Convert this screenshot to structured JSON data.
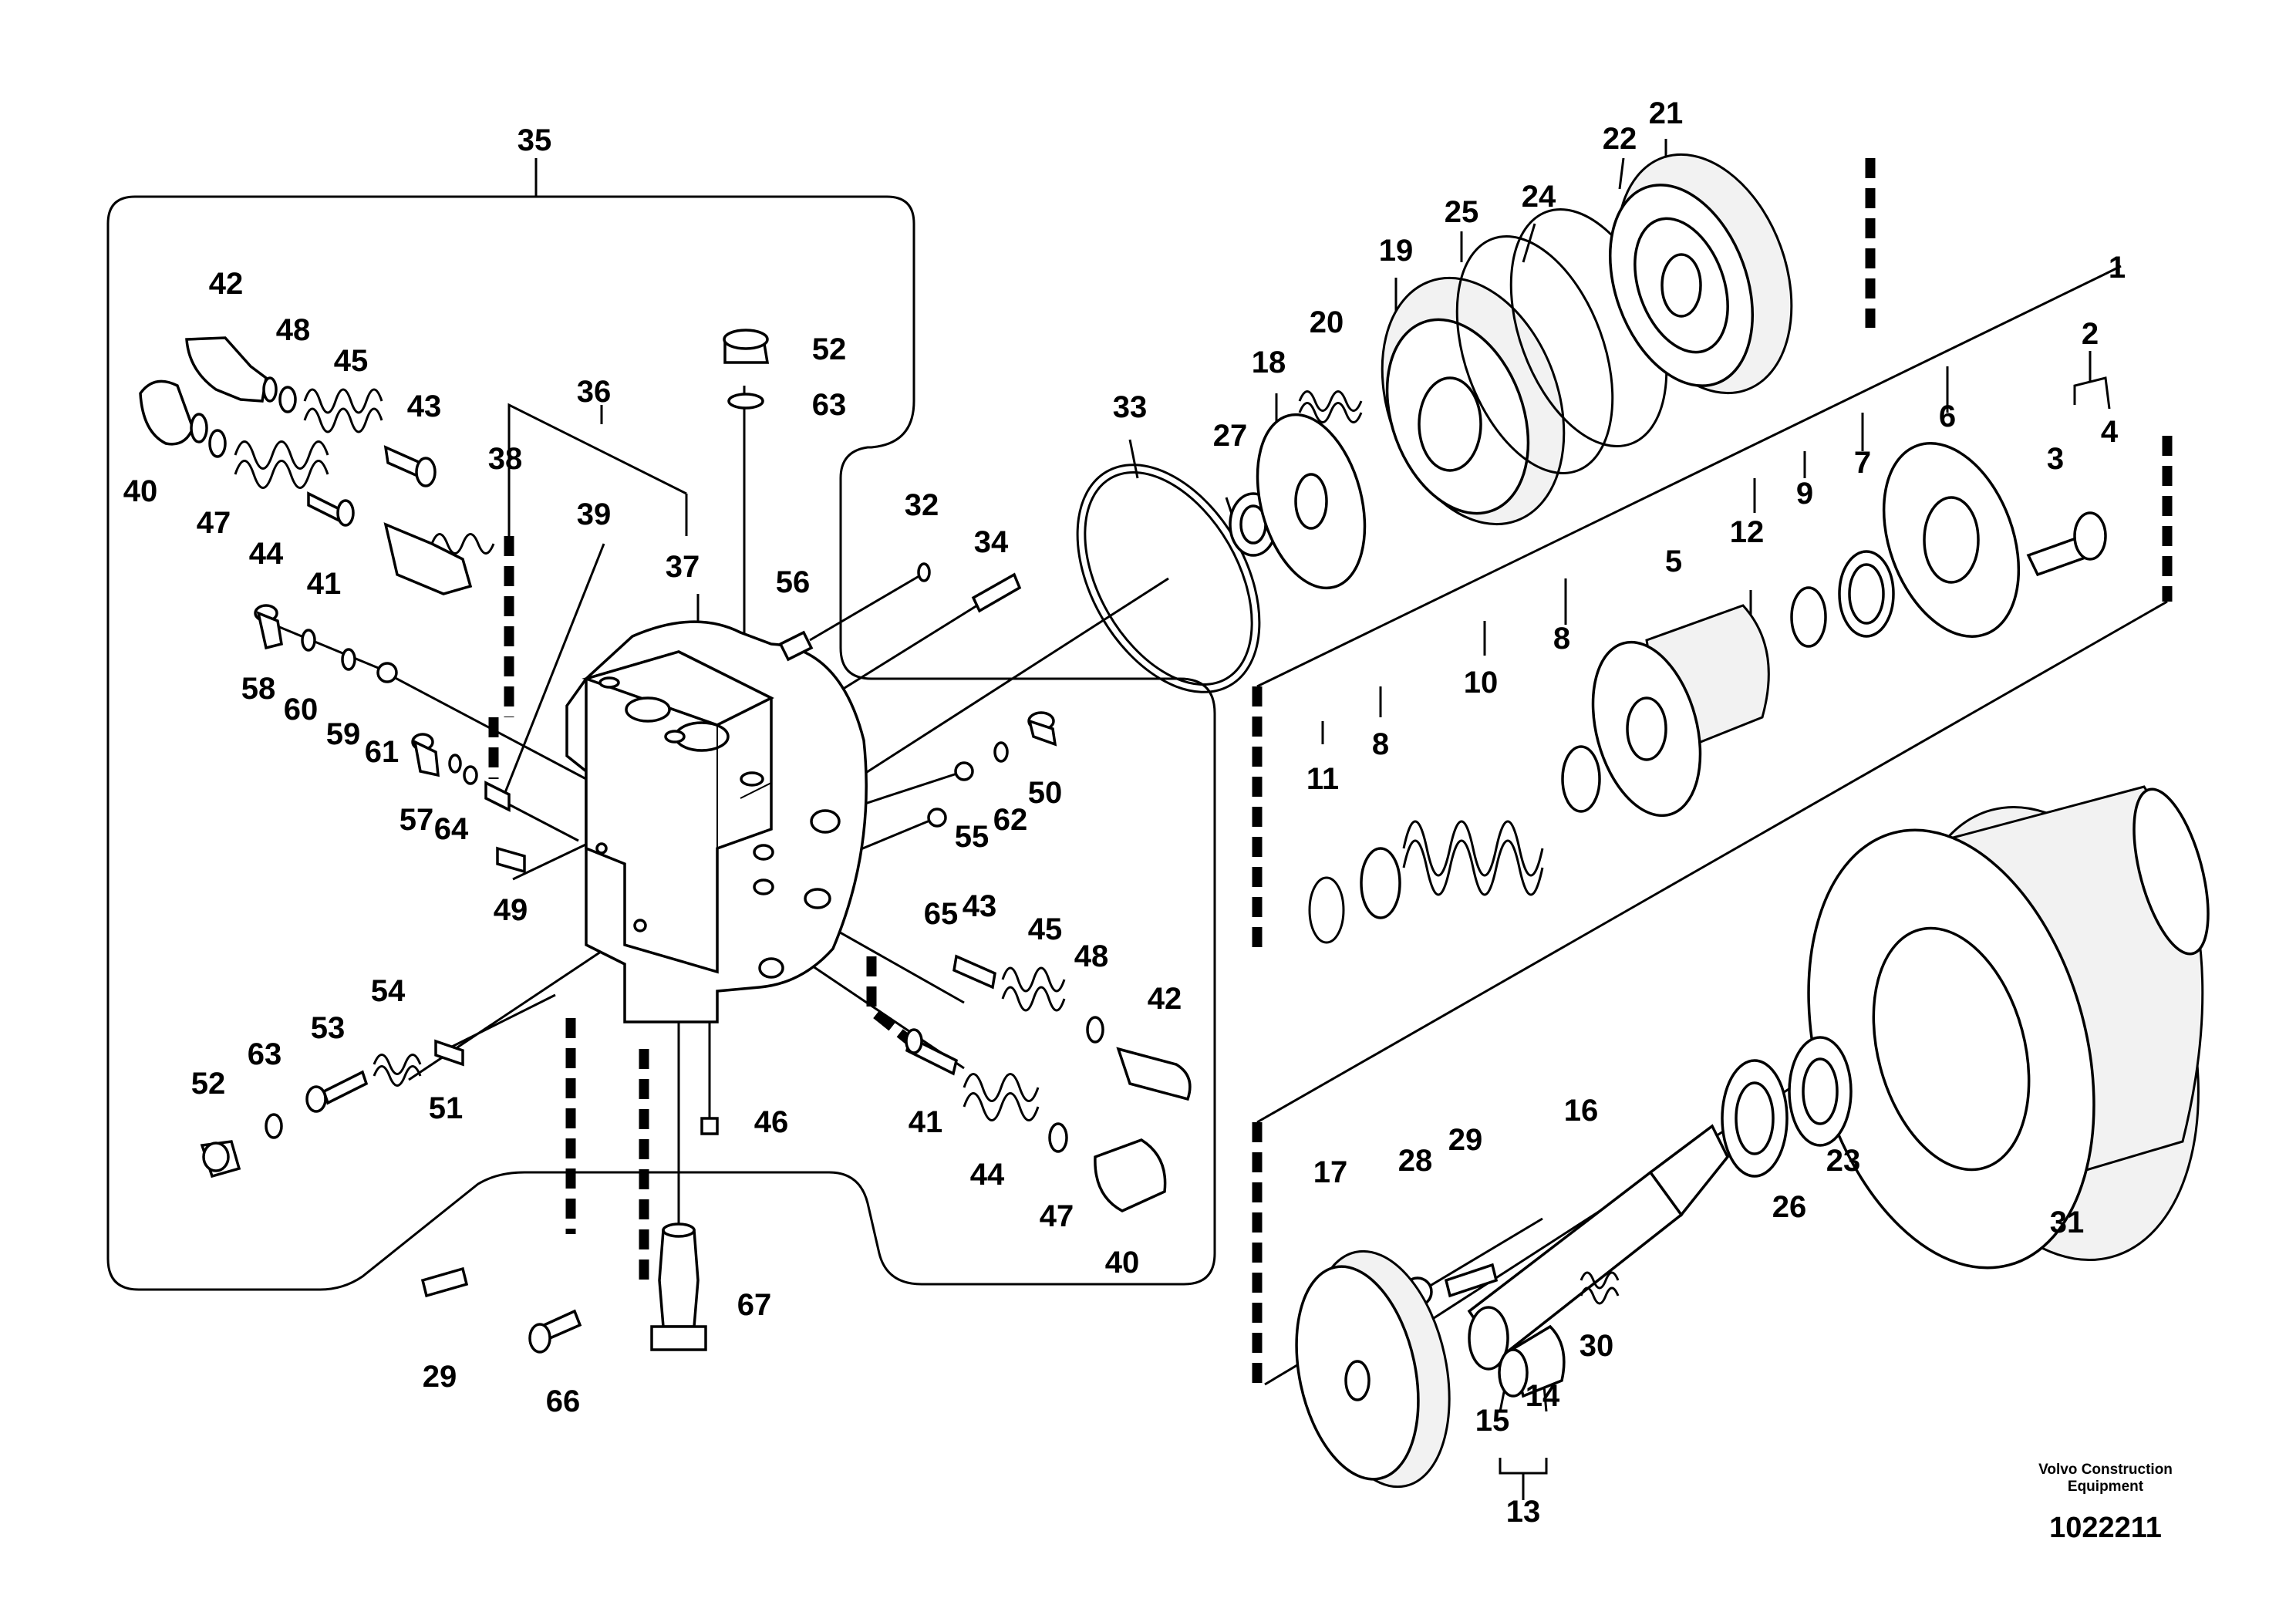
{
  "drawing": {
    "publisher_line1": "Volvo Construction",
    "publisher_line2": "Equipment",
    "drawing_number": "1022211"
  },
  "labels": {
    "p1": "1",
    "p2": "2",
    "p3": "3",
    "p4": "4",
    "p5": "5",
    "p6": "6",
    "p7": "7",
    "p8a": "8",
    "p8b": "8",
    "p9": "9",
    "p10": "10",
    "p11": "11",
    "p12": "12",
    "p13": "13",
    "p14": "14",
    "p15": "15",
    "p16": "16",
    "p17": "17",
    "p18": "18",
    "p19": "19",
    "p20": "20",
    "p21": "21",
    "p22": "22",
    "p23": "23",
    "p24": "24",
    "p25": "25",
    "p26": "26",
    "p27": "27",
    "p28": "28",
    "p29a": "29",
    "p29b": "29",
    "p30": "30",
    "p31": "31",
    "p32": "32",
    "p33": "33",
    "p34": "34",
    "p35": "35",
    "p36": "36",
    "p37": "37",
    "p38": "38",
    "p39": "39",
    "p40a": "40",
    "p40b": "40",
    "p41a": "41",
    "p41b": "41",
    "p42a": "42",
    "p42b": "42",
    "p43a": "43",
    "p43b": "43",
    "p44a": "44",
    "p44b": "44",
    "p45a": "45",
    "p45b": "45",
    "p46": "46",
    "p47a": "47",
    "p47b": "47",
    "p48a": "48",
    "p48b": "48",
    "p49": "49",
    "p50": "50",
    "p51": "51",
    "p52a": "52",
    "p52b": "52",
    "p53": "53",
    "p54": "54",
    "p55": "55",
    "p56": "56",
    "p57": "57",
    "p58": "58",
    "p59": "59",
    "p60": "60",
    "p61": "61",
    "p62": "62",
    "p63a": "63",
    "p63b": "63",
    "p64": "64",
    "p65": "65",
    "p66": "66",
    "p67": "67"
  }
}
